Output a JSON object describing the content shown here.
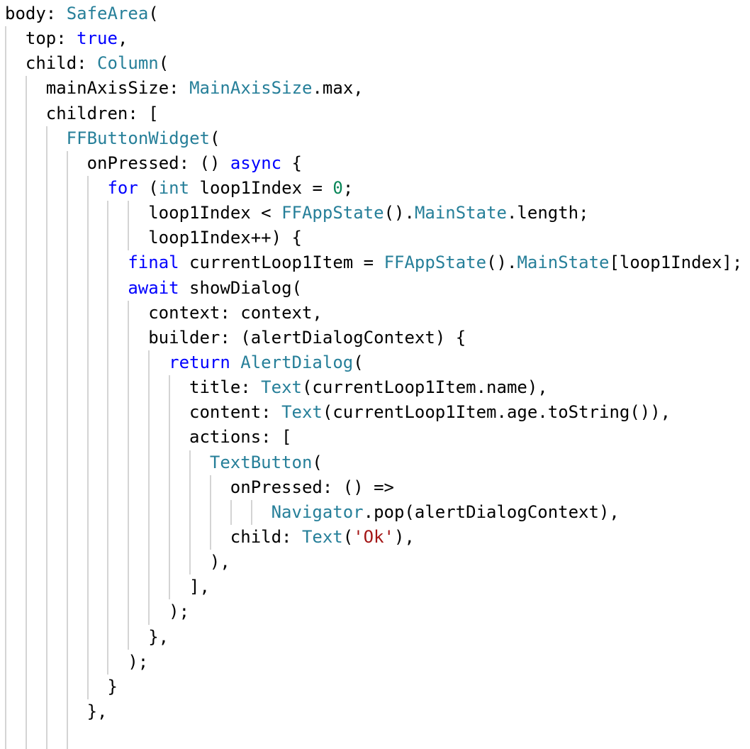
{
  "colors": {
    "type": "#267f99",
    "keyword": "#0000ff",
    "string": "#a31515",
    "number": "#098658",
    "guide": "#d4d4d4"
  },
  "lines": [
    {
      "indent": 0,
      "tokens": [
        {
          "t": "body: "
        },
        {
          "t": "SafeArea",
          "c": "type"
        },
        {
          "t": "("
        }
      ]
    },
    {
      "indent": 1,
      "tokens": [
        {
          "t": "top: "
        },
        {
          "t": "true",
          "c": "kw"
        },
        {
          "t": ","
        }
      ]
    },
    {
      "indent": 1,
      "tokens": [
        {
          "t": "child: "
        },
        {
          "t": "Column",
          "c": "type"
        },
        {
          "t": "("
        }
      ]
    },
    {
      "indent": 2,
      "tokens": [
        {
          "t": "mainAxisSize: "
        },
        {
          "t": "MainAxisSize",
          "c": "type"
        },
        {
          "t": ".max,"
        }
      ]
    },
    {
      "indent": 2,
      "tokens": [
        {
          "t": "children: ["
        }
      ]
    },
    {
      "indent": 3,
      "tokens": [
        {
          "t": "FFButtonWidget",
          "c": "type"
        },
        {
          "t": "("
        }
      ]
    },
    {
      "indent": 4,
      "tokens": [
        {
          "t": "onPressed: () "
        },
        {
          "t": "async",
          "c": "kw"
        },
        {
          "t": " {"
        }
      ]
    },
    {
      "indent": 5,
      "tokens": [
        {
          "t": "for",
          "c": "kw"
        },
        {
          "t": " ("
        },
        {
          "t": "int",
          "c": "type"
        },
        {
          "t": " loop1Index = "
        },
        {
          "t": "0",
          "c": "num"
        },
        {
          "t": ";"
        }
      ]
    },
    {
      "indent": 7,
      "tokens": [
        {
          "t": "loop1Index < "
        },
        {
          "t": "FFAppState",
          "c": "type"
        },
        {
          "t": "()."
        },
        {
          "t": "MainState",
          "c": "type"
        },
        {
          "t": ".length;"
        }
      ]
    },
    {
      "indent": 7,
      "tokens": [
        {
          "t": "loop1Index++) {"
        }
      ]
    },
    {
      "indent": 6,
      "tokens": [
        {
          "t": "final",
          "c": "kw"
        },
        {
          "t": " currentLoop1Item = "
        },
        {
          "t": "FFAppState",
          "c": "type"
        },
        {
          "t": "()."
        },
        {
          "t": "MainState",
          "c": "type"
        },
        {
          "t": "[loop1Index];"
        }
      ]
    },
    {
      "indent": 6,
      "tokens": [
        {
          "t": "await",
          "c": "kw"
        },
        {
          "t": " showDialog("
        }
      ]
    },
    {
      "indent": 7,
      "tokens": [
        {
          "t": "context: context,"
        }
      ]
    },
    {
      "indent": 7,
      "tokens": [
        {
          "t": "builder: (alertDialogContext) {"
        }
      ]
    },
    {
      "indent": 8,
      "tokens": [
        {
          "t": "return",
          "c": "kw"
        },
        {
          "t": " "
        },
        {
          "t": "AlertDialog",
          "c": "type"
        },
        {
          "t": "("
        }
      ]
    },
    {
      "indent": 9,
      "tokens": [
        {
          "t": "title: "
        },
        {
          "t": "Text",
          "c": "type"
        },
        {
          "t": "(currentLoop1Item.name),"
        }
      ]
    },
    {
      "indent": 9,
      "tokens": [
        {
          "t": "content: "
        },
        {
          "t": "Text",
          "c": "type"
        },
        {
          "t": "(currentLoop1Item.age.toString()),"
        }
      ]
    },
    {
      "indent": 9,
      "tokens": [
        {
          "t": "actions: ["
        }
      ]
    },
    {
      "indent": 10,
      "tokens": [
        {
          "t": "TextButton",
          "c": "type"
        },
        {
          "t": "("
        }
      ]
    },
    {
      "indent": 11,
      "tokens": [
        {
          "t": "onPressed: () =>"
        }
      ]
    },
    {
      "indent": 13,
      "tokens": [
        {
          "t": "Navigator",
          "c": "type"
        },
        {
          "t": ".pop(alertDialogContext),"
        }
      ]
    },
    {
      "indent": 11,
      "tokens": [
        {
          "t": "child: "
        },
        {
          "t": "Text",
          "c": "type"
        },
        {
          "t": "("
        },
        {
          "t": "'Ok'",
          "c": "str"
        },
        {
          "t": "),"
        }
      ]
    },
    {
      "indent": 10,
      "tokens": [
        {
          "t": "),"
        }
      ]
    },
    {
      "indent": 9,
      "tokens": [
        {
          "t": "],"
        }
      ]
    },
    {
      "indent": 8,
      "tokens": [
        {
          "t": ");"
        }
      ]
    },
    {
      "indent": 7,
      "tokens": [
        {
          "t": "},"
        }
      ]
    },
    {
      "indent": 6,
      "tokens": [
        {
          "t": ");"
        }
      ]
    },
    {
      "indent": 5,
      "tokens": [
        {
          "t": "}"
        }
      ]
    },
    {
      "indent": 4,
      "tokens": [
        {
          "t": "},"
        }
      ]
    },
    {
      "indent": 4,
      "tokens": []
    }
  ]
}
